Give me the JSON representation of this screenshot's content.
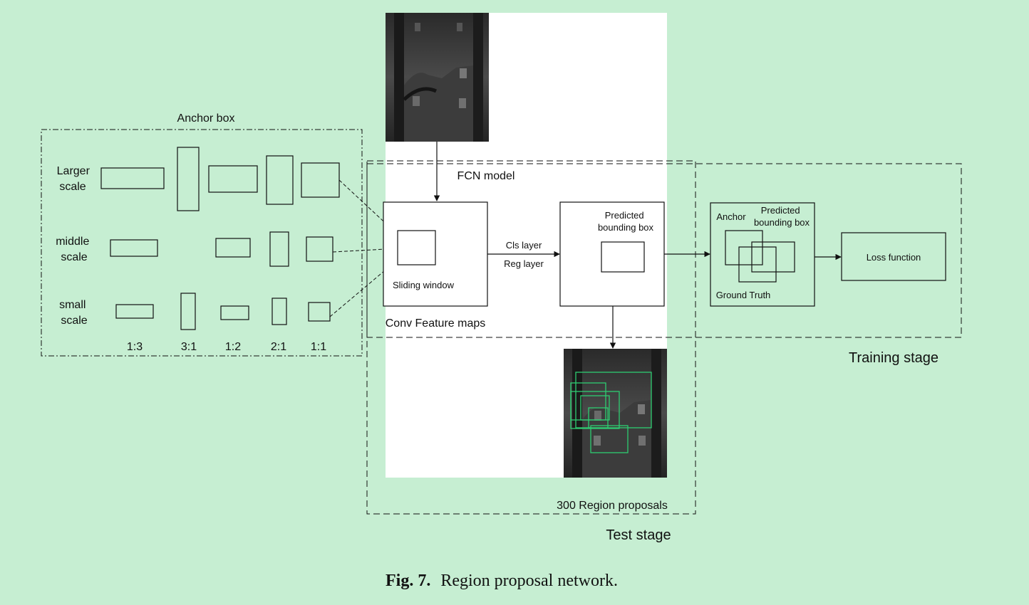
{
  "anchor": {
    "title": "Anchor box",
    "scales": [
      {
        "line1": "Larger",
        "line2": "scale"
      },
      {
        "line1": "middle",
        "line2": "scale"
      },
      {
        "line1": "small",
        "line2": "scale"
      }
    ],
    "ratios": [
      "1:3",
      "3:1",
      "1:2",
      "2:1",
      "1:1"
    ]
  },
  "fcn": {
    "title": "FCN model",
    "sliding_window": "Sliding window",
    "conv_feature_maps": "Conv Feature maps",
    "cls_layer": "Cls layer",
    "reg_layer": "Reg layer",
    "predicted_line1": "Predicted",
    "predicted_line2": "bounding box"
  },
  "training": {
    "anchor_label": "Anchor",
    "predicted_line1": "Predicted",
    "predicted_line2": "bounding box",
    "ground_truth": "Ground Truth",
    "loss_function": "Loss function",
    "stage_label": "Training stage"
  },
  "test": {
    "region_proposals": "300 Region proposals",
    "stage_label": "Test stage"
  },
  "caption": {
    "label": "Fig. 7.",
    "text": "Region proposal network."
  },
  "colors": {
    "background": "#c6eed2",
    "proposal_box": "#2ecc71"
  }
}
